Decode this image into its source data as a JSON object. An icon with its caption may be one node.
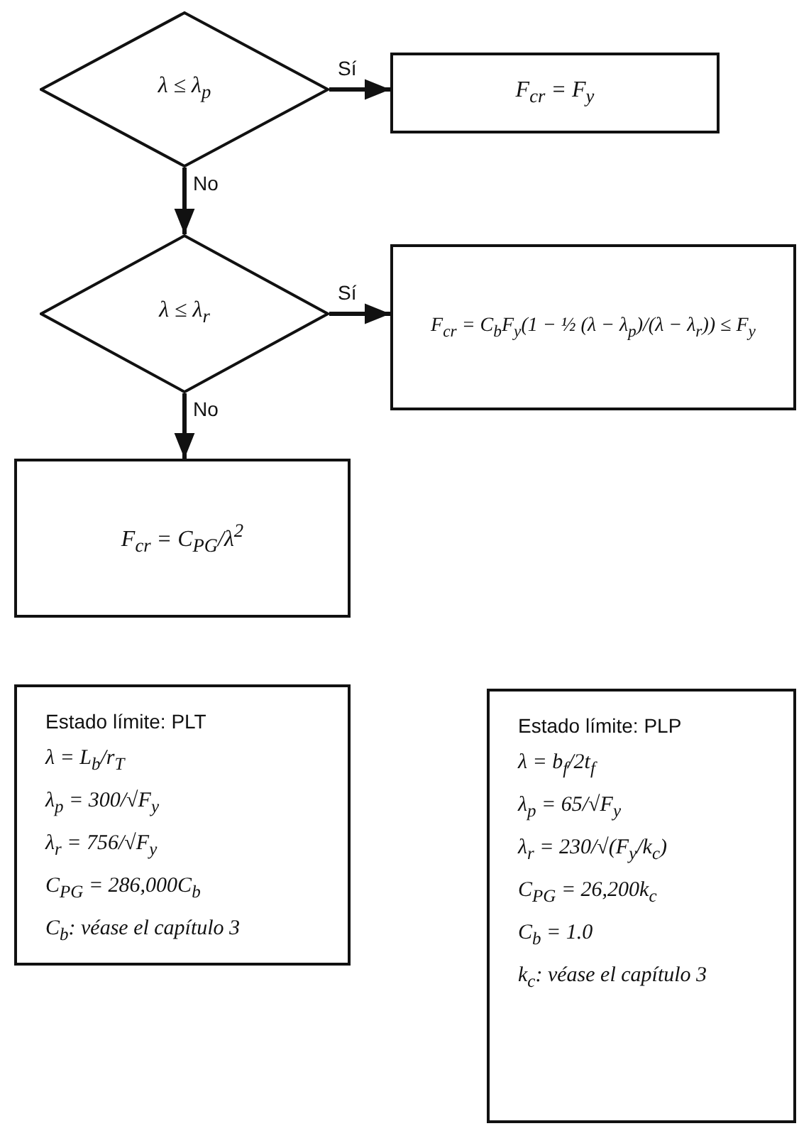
{
  "diagram": {
    "nodes": [
      {
        "text": [
          "λ ≤ λ$_{p}$"
        ]
      },
      {
        "text": [
          "F$_{cr}$ = F$_{y}$"
        ]
      },
      {
        "text": [
          "λ ≤ λ$_{r}$"
        ]
      },
      {
        "text": [
          "F$_{cr}$ = C$_{b}$F$_{y}$(1 − ½ (λ − λ$_{p}$)/(λ − λ$_{r}$)) ≤ F$_{y}$"
        ]
      },
      {
        "text": [
          "F$_{cr}$ = C$_{PG}$/λ$^{2}$"
        ]
      },
      {
        "text": [
          "Estado límite: PLT",
          "λ = L$_{b}$/r$_{T}$",
          "λ$_{p}$ = 300/√F$_{y}$",
          "λ$_{r}$ = 756/√F$_{y}$",
          "C$_{PG}$ = 286,000C$_{b}$",
          "C$_{b}$: véase el capítulo 3"
        ]
      },
      {
        "text": [
          "Estado límite: PLP",
          "λ = b$_{f}$/2t$_{f}$",
          "λ$_{p}$ = 65/√F$_{y}$",
          "λ$_{r}$ = 230/√(F$_{y}$/k$_{c}$)",
          "C$_{PG}$ = 26,200k$_{c}$",
          "C$_{b}$ = 1.0",
          "k$_{c}$: véase el capítulo 3"
        ]
      }
    ],
    "edges": [
      {
        "from": 0,
        "to": 1,
        "arrow": "to",
        "label": "Sí"
      },
      {
        "from": 0,
        "to": 2,
        "arrow": "to",
        "label": "No"
      },
      {
        "from": 2,
        "to": 3,
        "arrow": "to",
        "label": "Sí"
      },
      {
        "from": 2,
        "to": 4,
        "arrow": "to",
        "label": "No"
      }
    ]
  }
}
